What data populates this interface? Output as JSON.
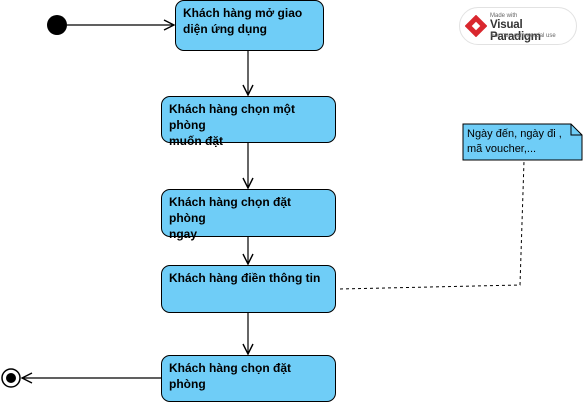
{
  "diagram": {
    "activities": [
      "Khách hàng mở giao\ndiện ứng dụng",
      "Khách hàng chọn một phòng\nmuốn đặt",
      "Khách hàng chọn đặt phòng\nngay",
      "Khách hàng điền thông tin",
      "Khách hàng chọn đặt phòng"
    ],
    "note": "Ngày đến, ngày đi ,\nmã voucher,..."
  },
  "watermark": {
    "made_with": "Made with",
    "brand": "Visual Paradigm",
    "tagline": "For non-commercial use"
  },
  "colors": {
    "activity_fill": "#6fcdf7",
    "note_fill": "#6fcdf7",
    "stroke": "#000000"
  }
}
